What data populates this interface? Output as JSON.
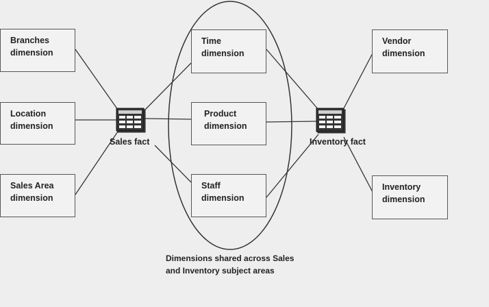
{
  "dimensions_left": [
    {
      "id": "branches",
      "line1": "Branches",
      "line2": "dimension"
    },
    {
      "id": "location",
      "line1": "Location",
      "line2": "dimension"
    },
    {
      "id": "sales-area",
      "line1": "Sales Area",
      "line2": "dimension"
    }
  ],
  "dimensions_shared": [
    {
      "id": "time",
      "line1": "Time",
      "line2": "dimension"
    },
    {
      "id": "product",
      "line1": "Product",
      "line2": "dimension"
    },
    {
      "id": "staff",
      "line1": "Staff",
      "line2": "dimension"
    }
  ],
  "dimensions_right": [
    {
      "id": "vendor",
      "line1": "Vendor",
      "line2": "dimension"
    },
    {
      "id": "inventory",
      "line1": "Inventory",
      "line2": "dimension"
    }
  ],
  "facts": {
    "sales": "Sales fact",
    "inventory": "Inventory fact"
  },
  "caption": {
    "line1": "Dimensions shared across Sales",
    "line2": "and Inventory subject areas"
  }
}
